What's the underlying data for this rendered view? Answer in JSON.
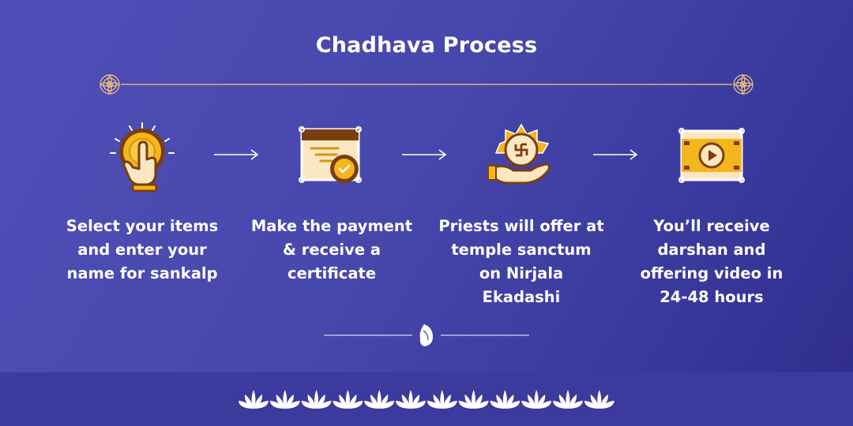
{
  "title": "Chadhava Process",
  "steps": [
    {
      "icon": "hand-pointer-icon",
      "label": "Select your items and enter your name for sankalp"
    },
    {
      "icon": "certificate-icon",
      "label": "Make the payment & receive a certificate"
    },
    {
      "icon": "swastik-offering-icon",
      "label": "Priests will offer at temple sanctum on Nirjala Ekadashi"
    },
    {
      "icon": "video-play-icon",
      "label": "You’ll receive darshan and offering video in 24-48 hours"
    }
  ],
  "colors": {
    "background": "#4747ac",
    "accent_gold": "#f5b51d",
    "brown": "#7a3f0e",
    "line_gold": "#f3c678",
    "text": "#ffffff"
  }
}
